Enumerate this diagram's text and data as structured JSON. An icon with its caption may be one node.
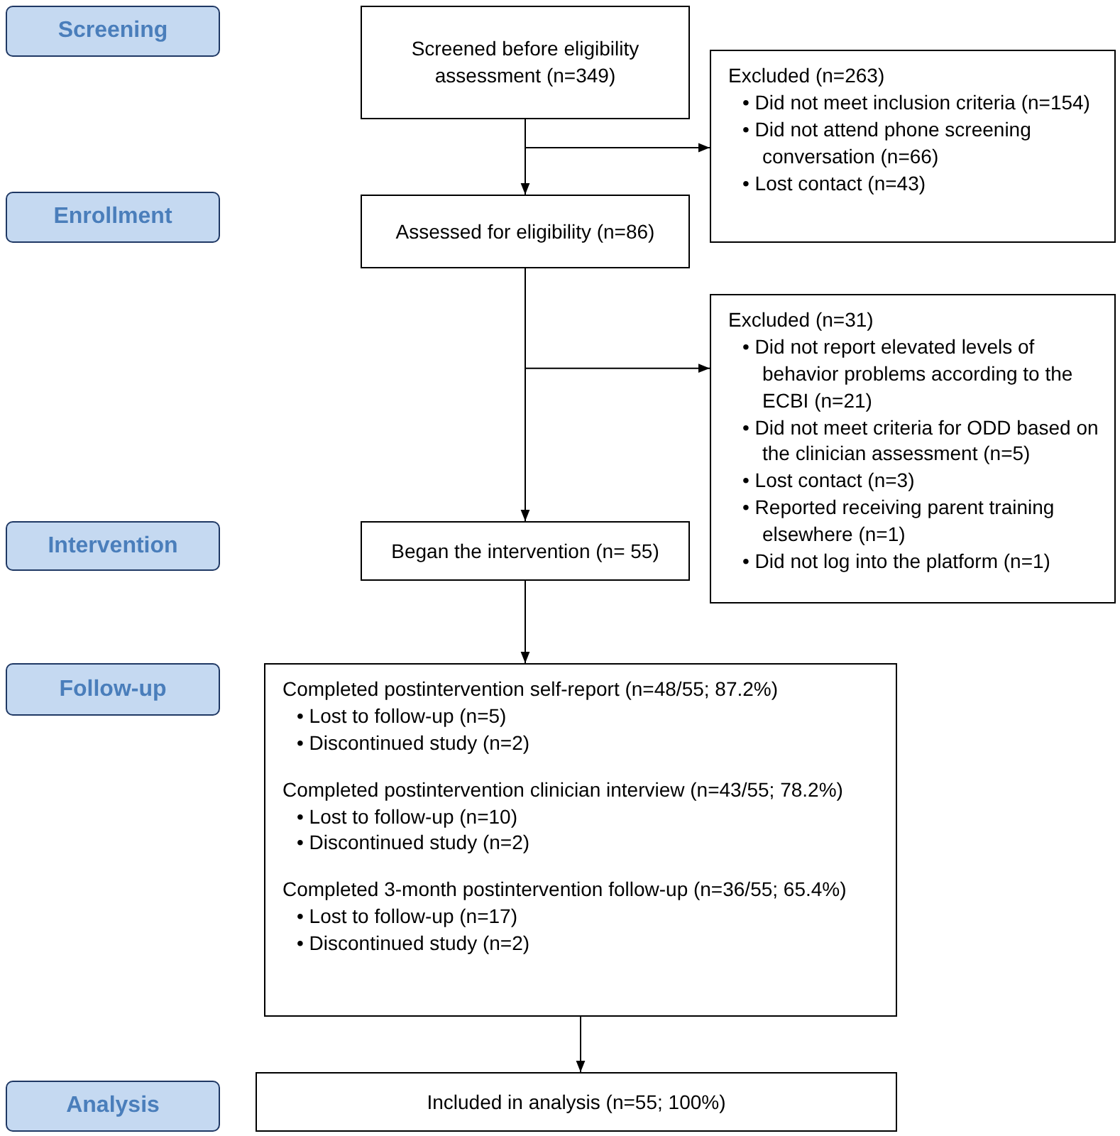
{
  "diagram": {
    "nodes": [
      {
        "text": [
          "Screening"
        ]
      },
      {
        "text": [
          "Screened before eligibility assessment (n=349)"
        ]
      },
      {
        "text": [
          "Excluded (n=263)",
          "• Did not meet inclusion criteria (n=154)",
          "• Did not attend phone screening conversation (n=66)",
          "• Lost contact (n=43)"
        ]
      },
      {
        "text": [
          "Enrollment"
        ]
      },
      {
        "text": [
          "Assessed for eligibility (n=86)"
        ]
      },
      {
        "text": [
          "Excluded (n=31)",
          "• Did not report elevated levels of behavior problems according to the ECBI (n=21)",
          "• Did not meet criteria for ODD based on the clinician assessment (n=5)",
          "• Lost contact (n=3)",
          "• Reported receiving parent training elsewhere (n=1)",
          "• Did not log into the platform (n=1)"
        ]
      },
      {
        "text": [
          "Intervention"
        ]
      },
      {
        "text": [
          "Began the intervention (n= 55)"
        ]
      },
      {
        "text": [
          "Follow-up"
        ]
      },
      {
        "text": [
          "Completed postintervention self-report (n=48/55; 87.2%)",
          "• Lost to follow-up (n=5)",
          "• Discontinued study (n=2)",
          "Completed postintervention clinician interview (n=43/55; 78.2%)",
          "• Lost to follow-up (n=10)",
          "• Discontinued study (n=2)",
          "Completed 3-month postintervention follow-up (n=36/55; 65.4%)",
          "• Lost to follow-up (n=17)",
          "• Discontinued study (n=2)"
        ]
      },
      {
        "text": [
          "Analysis"
        ]
      },
      {
        "text": [
          "Included in analysis (n=55; 100%)"
        ]
      }
    ],
    "edges": [
      {
        "from": 1,
        "to": 4,
        "arrow": "to"
      },
      {
        "from": 1,
        "to": 2,
        "arrow": "to"
      },
      {
        "from": 4,
        "to": 7,
        "arrow": "to"
      },
      {
        "from": 4,
        "to": 5,
        "arrow": "to"
      },
      {
        "from": 7,
        "to": 9,
        "arrow": "to"
      },
      {
        "from": 9,
        "to": 11,
        "arrow": "to"
      }
    ]
  }
}
